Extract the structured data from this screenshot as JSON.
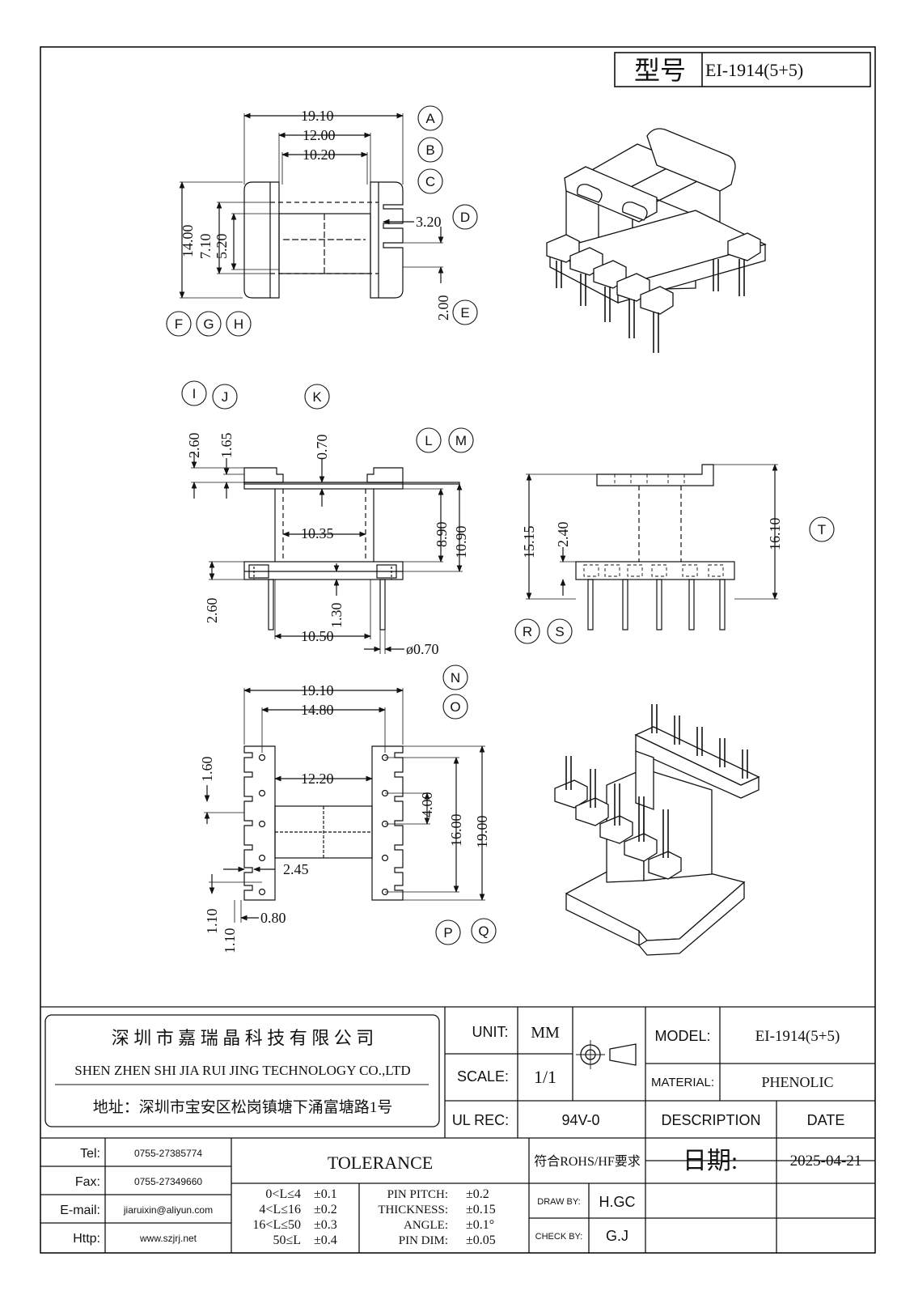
{
  "header": {
    "model_label": "型号",
    "model_value": "EI-1914(5+5)"
  },
  "drawing": {
    "top_view": {
      "dims": [
        "19.10",
        "12.00",
        "10.20",
        "14.00",
        "7.10",
        "5.20",
        "3.20",
        "2.00"
      ],
      "letters": [
        "A",
        "B",
        "C",
        "D",
        "E",
        "F",
        "G",
        "H"
      ]
    },
    "side_view": {
      "dims": [
        "2.60",
        "1.65",
        "0.70",
        "8.90",
        "10.90",
        "10.35",
        "2.60",
        "1.30",
        "10.50",
        "ø0.70"
      ],
      "letters": [
        "I",
        "J",
        "K",
        "L",
        "M"
      ]
    },
    "end_view": {
      "dims": [
        "15.15",
        "2.40",
        "16.10"
      ],
      "letters": [
        "T",
        "R",
        "S"
      ]
    },
    "bottom_view": {
      "dims": [
        "19.10",
        "14.80",
        "1.60",
        "12.20",
        "4.00",
        "16.00",
        "19.00",
        "2.45",
        "1.10",
        "1.10",
        "0.80"
      ],
      "letters": [
        "N",
        "O",
        "P",
        "Q"
      ]
    }
  },
  "title_block": {
    "company_cn": "深 圳 市 嘉 瑞 晶 科 技 有 限 公 司",
    "company_en": "SHEN ZHEN SHI  JIA RUI JING  TECHNOLOGY CO.,LTD",
    "address": "地址：深圳市宝安区松岗镇塘下涌富塘路1号",
    "unit_label": "UNIT:",
    "unit_value": "MM",
    "scale_label": "SCALE:",
    "scale_value": "1/1",
    "ul_label": "UL REC:",
    "ul_value": "94V-0",
    "model_label": "MODEL:",
    "model_value": "EI-1914(5+5)",
    "material_label": "MATERIAL:",
    "material_value": "PHENOLIC",
    "description_label": "DESCRIPTION",
    "date_label": "DATE",
    "contacts": [
      {
        "label": "Tel:",
        "value": "0755-27385774"
      },
      {
        "label": "Fax:",
        "value": "0755-27349660"
      },
      {
        "label": "E-mail:",
        "value": "jiaruixin@aliyun.com"
      },
      {
        "label": "Http:",
        "value": "www.szjrj.net"
      }
    ],
    "tolerance_title": "TOLERANCE",
    "tolerance_ranges": [
      {
        "range": "0<L≤4",
        "tol": "±0.1"
      },
      {
        "range": "4<L≤16",
        "tol": "±0.2"
      },
      {
        "range": "16<L≤50",
        "tol": "±0.3"
      },
      {
        "range": "50≤L",
        "tol": "±0.4"
      }
    ],
    "tolerance_specs": [
      {
        "name": "PIN PITCH:",
        "tol": "±0.2"
      },
      {
        "name": "THICKNESS:",
        "tol": "±0.15"
      },
      {
        "name": "ANGLE:",
        "tol": "±0.1°"
      },
      {
        "name": "PIN DIM:",
        "tol": "±0.05"
      }
    ],
    "rohs": "符合ROHS/HF要求",
    "date_heading": "日期:",
    "date_value": "2025-04-21",
    "drawn_label": "DRAW BY:",
    "drawn_value": "H.GC",
    "check_label": "CHECK BY:",
    "check_value": "G.J"
  }
}
